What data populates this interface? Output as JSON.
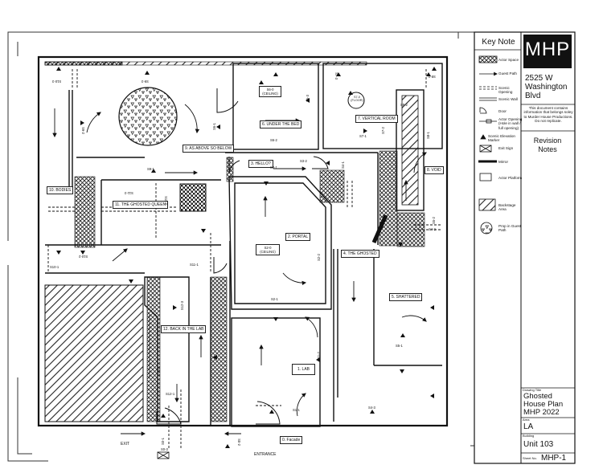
{
  "title_block": {
    "logo": "MHP",
    "address": "2525 W Washington Blvd",
    "notice": "This document contains information that belongs soley to Murder House Productions. Do not replicate.",
    "revision_notes": "Revision Notes",
    "drawing_title_label": "Drawing Title",
    "drawing_title": "Ghosted House Plan MHP 2022",
    "area_label": "Area",
    "area": "LA",
    "building_label": "Building",
    "building": "Unit 103",
    "sheet_no_label": "Sheet No.",
    "sheet_no": "MHP-1"
  },
  "key_note": {
    "heading": "Key Note",
    "items": [
      {
        "label": "Actor Space",
        "icon": "crosshatch-swatch"
      },
      {
        "label": "Guest Path",
        "icon": "arrow-right"
      },
      {
        "label": "Scenic Opening",
        "icon": "dashed-opening"
      },
      {
        "label": "Scenic Wall",
        "icon": "double-line-wall"
      },
      {
        "label": "Door",
        "icon": "door-swing"
      },
      {
        "label": "Actor Opening (Hole in wall / full opening)",
        "icon": "actor-opening"
      },
      {
        "label": "Scenic Elevation Marker",
        "icon": "triangle-marker"
      },
      {
        "label": "Exit Sign",
        "icon": "exit-box"
      },
      {
        "label": "Mirror",
        "icon": "thick-bar"
      },
      {
        "label": "Actor Platform",
        "icon": "platform-box"
      },
      {
        "label": "Backstage Area",
        "icon": "hatch-swatch"
      },
      {
        "label": "Prop in Guest Path",
        "icon": "prop-circle"
      }
    ]
  },
  "rooms": {
    "r0": "0. Facade",
    "r1": "1. LAB",
    "r2": "2. PORTAL",
    "r3": "3. HELLO?",
    "r4": "4. THE GHOSTED",
    "r5": "5. SHATTERED",
    "r6": "6. UNDER THE BED",
    "r7": "7. VERTICAL ROOM",
    "r8": "8. VOID",
    "r9": "9. AS ABOVE SO BELOW",
    "r10": "10. BODIES",
    "r11": "11. THE GHOSTED QUEEN",
    "r12": "12. BACK IN THE LAB"
  },
  "ceiling_tags": {
    "s2": "S2-0 (CEILING)",
    "s6": "S6-0 (CEILING)",
    "s7": "S7-0 (FLOOR)"
  },
  "labels": {
    "exit": "EXIT",
    "entrance": "ENTRANCE"
  },
  "markers": [
    "S1-1",
    "S1-2",
    "S2-1",
    "S2-2",
    "S3-1",
    "S3-2",
    "S4-1",
    "S4-2",
    "S4-3",
    "S5-1",
    "S5-2",
    "S6-1",
    "S6-2",
    "S6-3",
    "S7-1",
    "S7-2",
    "S7-3",
    "S8-1",
    "S8-2",
    "S8-3",
    "S9-1",
    "S9-2",
    "S9-3",
    "S10-1",
    "S10-2",
    "S10-3",
    "S11-1",
    "S11-2",
    "S11-3",
    "S12-1",
    "S12-2",
    "S12-3",
    "S0-1",
    "S0-2",
    "S0-3"
  ],
  "colors": {
    "line": "#111111",
    "paper": "#ffffff",
    "hatch": "#222222"
  }
}
